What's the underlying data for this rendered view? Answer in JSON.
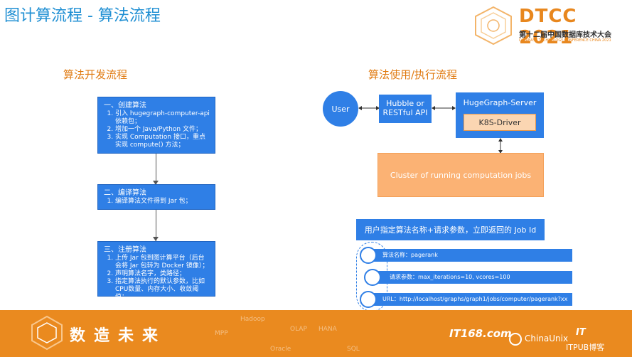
{
  "header": {
    "title": "图计算流程 - 算法流程",
    "logo_text": "DTCC 2021",
    "logo_subtitle": "第十二届中国数据库技术大会",
    "logo_tagline": "DATABASE TECHNOLOGY CONFERENCE CHINA 2021"
  },
  "dev_flow": {
    "title": "算法开发流程",
    "steps": [
      {
        "heading": "一、创建算法",
        "items": [
          "引入 hugegraph-computer-api 依赖包；",
          "增加一个 Java/Python 文件；",
          "实现 Computation 接口，重点实现 compute() 方法；"
        ]
      },
      {
        "heading": "二、编译算法",
        "items": [
          "编译算法文件得到 Jar 包；"
        ]
      },
      {
        "heading": "三、注册算法",
        "items": [
          "上传 Jar 包到图计算平台（后台会将 Jar 包转为 Docker 镜像）；",
          "声明算法名字，类路径；",
          "指定算法执行的默认参数，比如CPU数量、内存大小、收敛阈值；"
        ]
      }
    ]
  },
  "use_flow": {
    "title": "算法使用/执行流程",
    "user_label": "User",
    "api_label": "Hubble or RESTful API",
    "server_label": "HugeGraph-Server",
    "driver_label": "K8S-Driver",
    "cluster_label": "Cluster of running computation jobs",
    "tip_text": "用户指定算法名称+请求参数，立即返回的 Job Id",
    "items": [
      "算法名称：pagerank",
      "请求参数：max_iterations=10, vcores=100",
      "URL：http://localhost/graphs/graph1/jobs/computer/pagerank?xx"
    ]
  },
  "footer": {
    "slogan_chars": [
      "数",
      "造",
      "未",
      "来"
    ],
    "watermarks": [
      "Hadoop",
      "OLAP",
      "HANA",
      "MPP",
      "Oracle",
      "SQL"
    ],
    "sponsor_1": "IT168.com",
    "sponsor_2": "ChinaUnix",
    "sponsor_3": "ITPUB博客"
  },
  "colors": {
    "title_blue": "#1f8fd3",
    "accent_orange": "#e07b12",
    "box_blue": "#2f7fe6",
    "cluster_orange": "#fbb274",
    "footer_orange": "#ea8a1f"
  }
}
